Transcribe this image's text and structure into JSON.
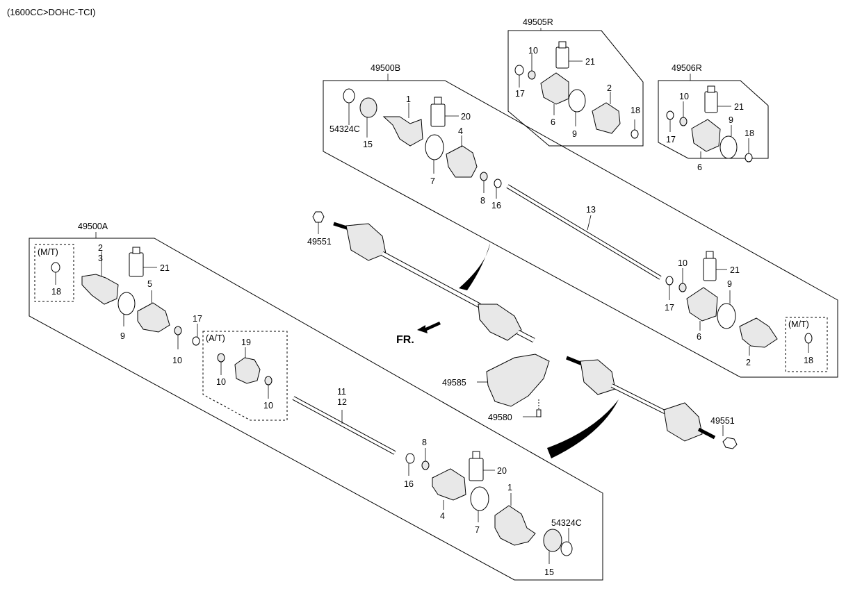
{
  "header": {
    "engine_note": "(1600CC>DOHC-TCI)"
  },
  "direction_marker": {
    "label": "FR."
  },
  "groups": {
    "g49505R": {
      "code": "49505R",
      "parts": [
        "10",
        "21",
        "17",
        "2",
        "6",
        "9",
        "18"
      ]
    },
    "g49506R": {
      "code": "49506R",
      "parts": [
        "10",
        "21",
        "17",
        "9",
        "18",
        "6"
      ]
    },
    "g49500B": {
      "code": "49500B",
      "parts": [
        "1",
        "20",
        "54324C",
        "15",
        "4",
        "7",
        "8",
        "16",
        "13",
        "10",
        "21",
        "17",
        "9",
        "6",
        "2"
      ],
      "mt_box": {
        "label": "(M/T)",
        "part": "18"
      }
    },
    "g49500A": {
      "code": "49500A",
      "parts": [
        "2",
        "3",
        "21",
        "5",
        "9",
        "10",
        "17",
        "11",
        "12",
        "8",
        "20",
        "16",
        "4",
        "1",
        "7",
        "54324C",
        "15"
      ],
      "mt_box": {
        "label": "(M/T)",
        "part": "18"
      },
      "at_box": {
        "label": "(A/T)",
        "parts": [
          "19",
          "10",
          "10"
        ]
      }
    }
  },
  "labels": {
    "l49505R": "49505R",
    "l49505R_10": "10",
    "l49505R_21": "21",
    "l49505R_17": "17",
    "l49505R_2": "2",
    "l49505R_6": "6",
    "l49505R_9": "9",
    "l49505R_18": "18",
    "l49506R": "49506R",
    "l49506R_10": "10",
    "l49506R_21": "21",
    "l49506R_17": "17",
    "l49506R_9": "9",
    "l49506R_18": "18",
    "l49506R_6": "6",
    "l49500B": "49500B",
    "lB_1": "1",
    "lB_20": "20",
    "lB_54324C": "54324C",
    "lB_15": "15",
    "lB_4": "4",
    "lB_7": "7",
    "lB_8": "8",
    "lB_16": "16",
    "lB_13": "13",
    "lB_10": "10",
    "lB_21": "21",
    "lB_17": "17",
    "lB_9": "9",
    "lB_6": "6",
    "lB_2": "2",
    "lB_mt": "(M/T)",
    "lB_18": "18",
    "l49551a": "49551",
    "l49551b": "49551",
    "l49585": "49585",
    "l49580": "49580",
    "l49500A": "49500A",
    "lA_mt": "(M/T)",
    "lA_18": "18",
    "lA_2": "2",
    "lA_3": "3",
    "lA_21": "21",
    "lA_5": "5",
    "lA_9": "9",
    "lA_10": "10",
    "lA_17": "17",
    "lA_at": "(A/T)",
    "lA_19": "19",
    "lA_10b": "10",
    "lA_10c": "10",
    "lA_11": "11",
    "lA_12": "12",
    "lA_8": "8",
    "lA_20": "20",
    "lA_16": "16",
    "lA_4": "4",
    "lA_1": "1",
    "lA_7": "7",
    "lA_54324C": "54324C",
    "lA_15": "15"
  }
}
